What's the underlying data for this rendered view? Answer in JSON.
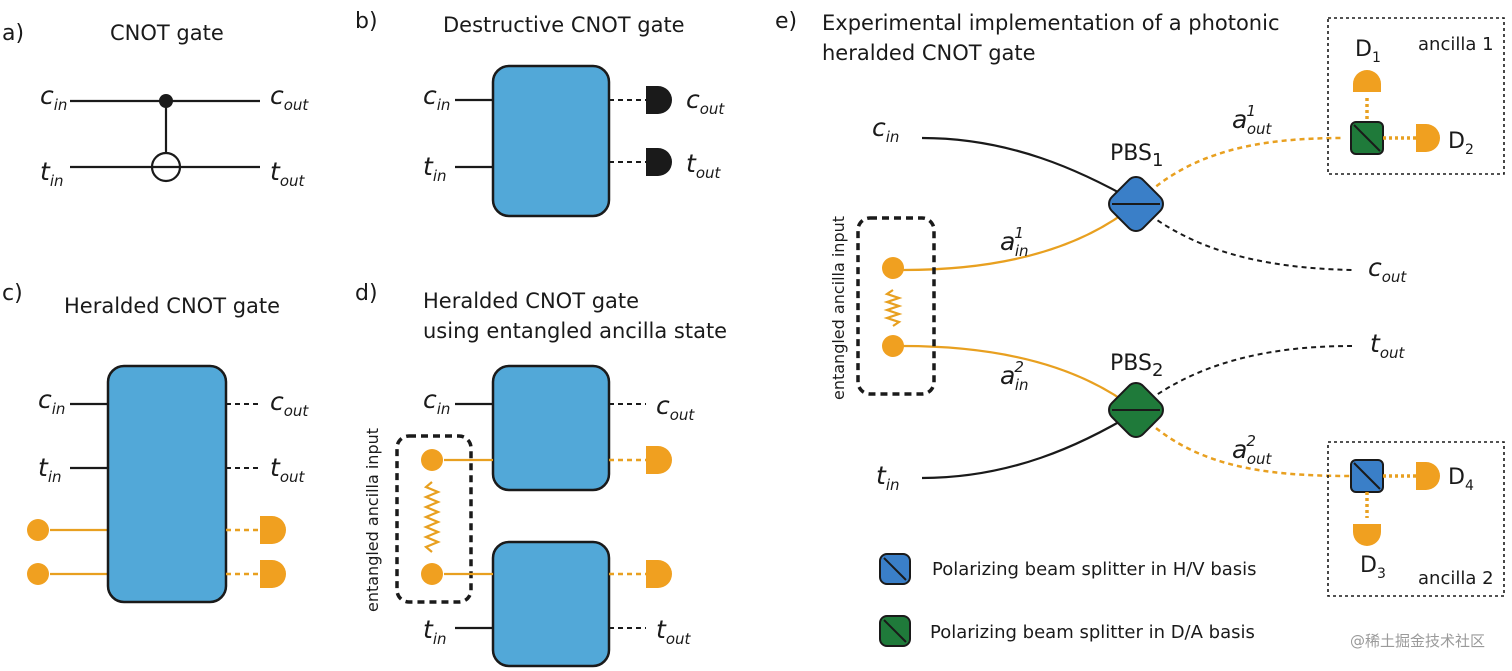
{
  "panels": {
    "a": {
      "letter": "a)",
      "title": "CNOT gate"
    },
    "b": {
      "letter": "b)",
      "title": "Destructive CNOT gate"
    },
    "c": {
      "letter": "c)",
      "title": "Heralded CNOT gate"
    },
    "d": {
      "letter": "d)",
      "title_line1": "Heralded CNOT gate",
      "title_line2": "using entangled ancilla state",
      "ancilla_label": "entangled ancilla input"
    },
    "e": {
      "letter": "e)",
      "title_line1": "Experimental implementation of a photonic",
      "title_line2": "heralded CNOT gate",
      "ancilla_label": "entangled ancilla input",
      "ancilla1": "ancilla 1",
      "ancilla2": "ancilla 2",
      "pbs1": "PBS",
      "pbs1_sub": "1",
      "pbs2": "PBS",
      "pbs2_sub": "2",
      "d1": "D",
      "d1_sub": "1",
      "d2": "D",
      "d2_sub": "2",
      "d3": "D",
      "d3_sub": "3",
      "d4": "D",
      "d4_sub": "4",
      "a_in1_sup": "1",
      "a_in2_sup": "2",
      "a_out1_sup": "1",
      "a_out2_sup": "2"
    }
  },
  "vars": {
    "c": "c",
    "t": "t",
    "a": "a",
    "in": "in",
    "out": "out"
  },
  "legend": {
    "hv": "Polarizing beam splitter in H/V basis",
    "da": "Polarizing beam splitter in D/A basis"
  },
  "colors": {
    "box_blue": "#52a8d8",
    "orange": "#e8a020",
    "pbs_blue": "#3a7fc8",
    "pbs_green": "#1f7a3a"
  },
  "watermark": "@稀土掘金技术社区"
}
